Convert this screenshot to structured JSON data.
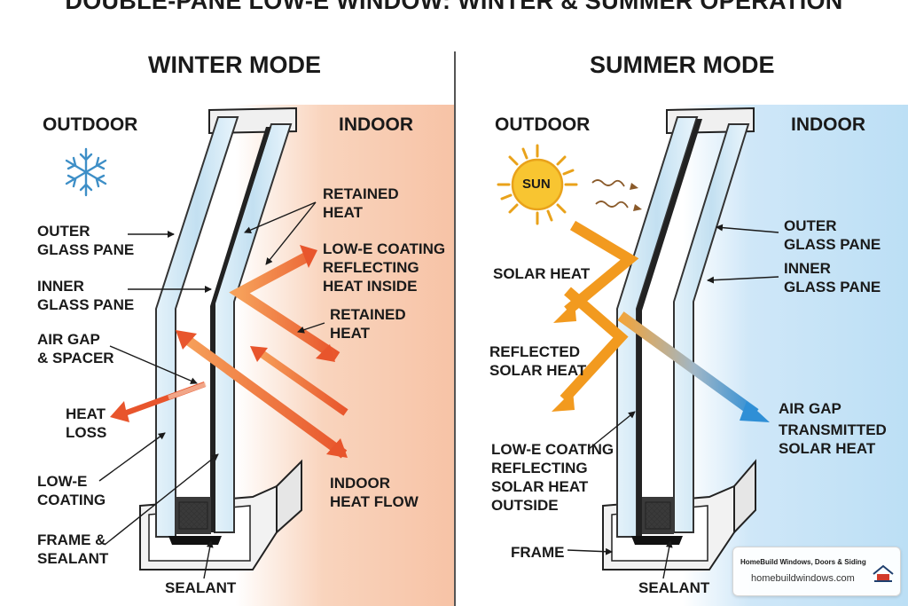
{
  "title": "DOUBLE-PANE LOW-E WINDOW: WINTER & SUMMER OPERATION",
  "winter": {
    "heading": "WINTER MODE",
    "outdoor": "OUTDOOR",
    "indoor": "INDOOR",
    "outer_glass_pane": "OUTER\nGLASS PANE",
    "inner_glass_pane": "INNER\nGLASS PANE",
    "air_gap_spacer": "AIR GAP\n& SPACER",
    "heat_loss": "HEAT\nLOSS",
    "low_e_coating": "LOW-E\nCOATING",
    "frame_sealant": "FRAME &\nSEALANT",
    "sealant": "SEALANT",
    "retained_heat_top": "RETAINED\nHEAT",
    "low_e_reflecting": "LOW-E COATING\nREFLECTING\nHEAT INSIDE",
    "retained_heat_mid": "RETAINED\nHEAT",
    "indoor_heat_flow": "INDOOR\nHEAT FLOW"
  },
  "summer": {
    "heading": "SUMMER MODE",
    "outdoor": "OUTDOOR",
    "indoor": "INDOOR",
    "sun": "SUN",
    "solar_heat": "SOLAR HEAT",
    "reflected_solar_heat": "REFLECTED\nSOLAR HEAT",
    "low_e_reflecting": "LOW-E COATING\nREFLECTING\nSOLAR HEAT\nOUTSIDE",
    "frame": "FRAME",
    "sealant": "SEALANT",
    "outer_glass_pane": "OUTER\nGLASS PANE",
    "inner_glass_pane": "INNER\nGLASS PANE",
    "air_gap": "AIR GAP",
    "transmitted_solar_heat": "TRANSMITTED\nSOLAR HEAT"
  },
  "watermark": {
    "name": "HomeBuild Windows, Doors & Siding",
    "url": "homebuildwindows.com"
  },
  "icons": {
    "snowflake": "snowflake-icon",
    "sun": "sun-icon",
    "logo": "homebuild-logo-icon"
  },
  "colors": {
    "warm_arrow": "#e8552c",
    "solar_arrow": "#f29a1f",
    "transmitted_arrow": "#2f8fd6",
    "glass": "#cfe6f3",
    "warm_background": "#f8cbb1",
    "cool_background": "#c6e3f6"
  }
}
